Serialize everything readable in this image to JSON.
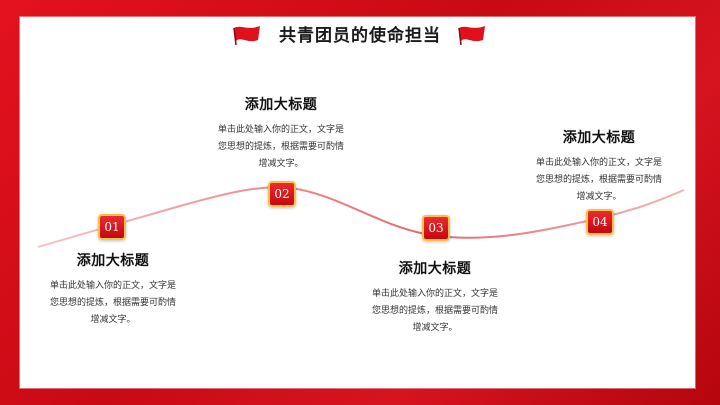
{
  "title": "共青团员的使命担当",
  "steps": [
    {
      "number": "01",
      "heading": "添加大标题",
      "lines": [
        "单击此处输入你的正文，文字是",
        "您思想的提炼，根据需要可酌情",
        "增减文字。"
      ]
    },
    {
      "number": "02",
      "heading": "添加大标题",
      "lines": [
        "单击此处输入你的正文，文字是",
        "您思想的提炼，根据需要可酌情",
        "增减文字。"
      ]
    },
    {
      "number": "03",
      "heading": "添加大标题",
      "lines": [
        "单击此处输入你的正文，文字是",
        "您思想的提炼，根据需要可酌情",
        "增减文字。"
      ]
    },
    {
      "number": "04",
      "heading": "添加大标题",
      "lines": [
        "单击此处输入你的正文，文字是",
        "您思想的提炼，根据需要可酌情",
        "增减文字。"
      ]
    }
  ],
  "colors": {
    "frame": "#d3121c",
    "marker": "#d90f17",
    "marker_border": "#f5c34a",
    "curve": "#f08a8e"
  },
  "icons": [
    "red-flag-icon"
  ]
}
